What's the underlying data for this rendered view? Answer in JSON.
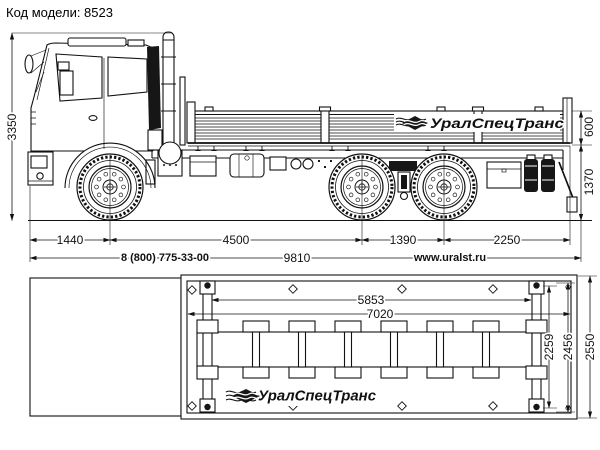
{
  "page": {
    "model_code": "Код модели: 8523"
  },
  "contact": {
    "phone": "8 (800) 775-33-00",
    "website": "www.uralst.ru"
  },
  "logo": {
    "text": "УралСпецТранс"
  },
  "side_view": {
    "overall_height": "3350",
    "front_overhang": "1440",
    "wheelbase": "4500",
    "bogie_base": "1390",
    "rear_overhang": "2250",
    "overall_length": "9810",
    "board_height": "600",
    "floor_height": "1370"
  },
  "top_view": {
    "bolster_spacing": "5853",
    "platform_length": "7020",
    "width_inner": "2259",
    "width_mid": "2456",
    "width_overall": "2550"
  },
  "colors": {
    "line": "#111111",
    "background": "#ffffff"
  }
}
